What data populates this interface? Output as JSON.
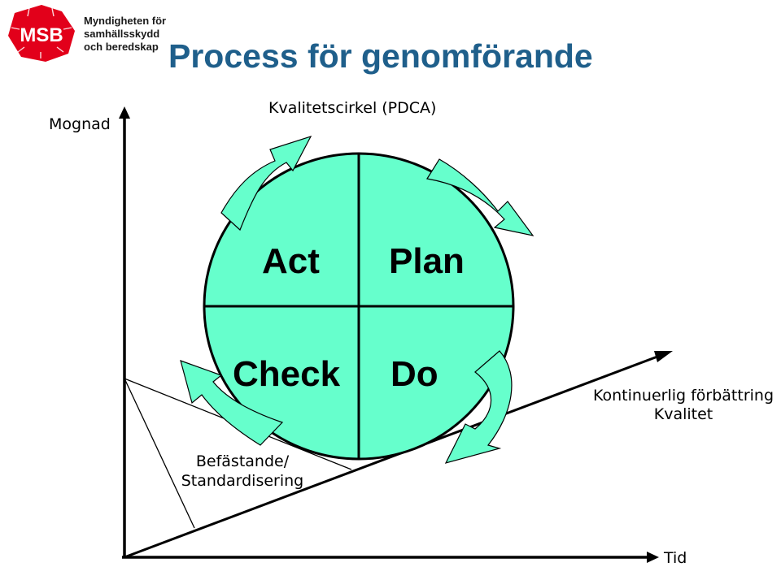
{
  "logo": {
    "abbr": "MSB",
    "lines": [
      "Myndigheten för",
      "samhällsskydd",
      "och beredskap"
    ]
  },
  "title": "Process för genomförande",
  "axes": {
    "y_label": "Mognad",
    "x_label": "Tid"
  },
  "cycle": {
    "label": "Kvalitetscirkel (PDCA)",
    "quadrants": {
      "act": "Act",
      "plan": "Plan",
      "check": "Check",
      "do": "Do"
    }
  },
  "slope_label": [
    "Kontinuerlig förbättring",
    "Kvalitet"
  ],
  "wedge_label": [
    "Befästande/",
    "Standardisering"
  ],
  "colors": {
    "circle_fill": "#66ffcc",
    "title": "#1f5f8b",
    "logo_red": "#e2001a"
  }
}
